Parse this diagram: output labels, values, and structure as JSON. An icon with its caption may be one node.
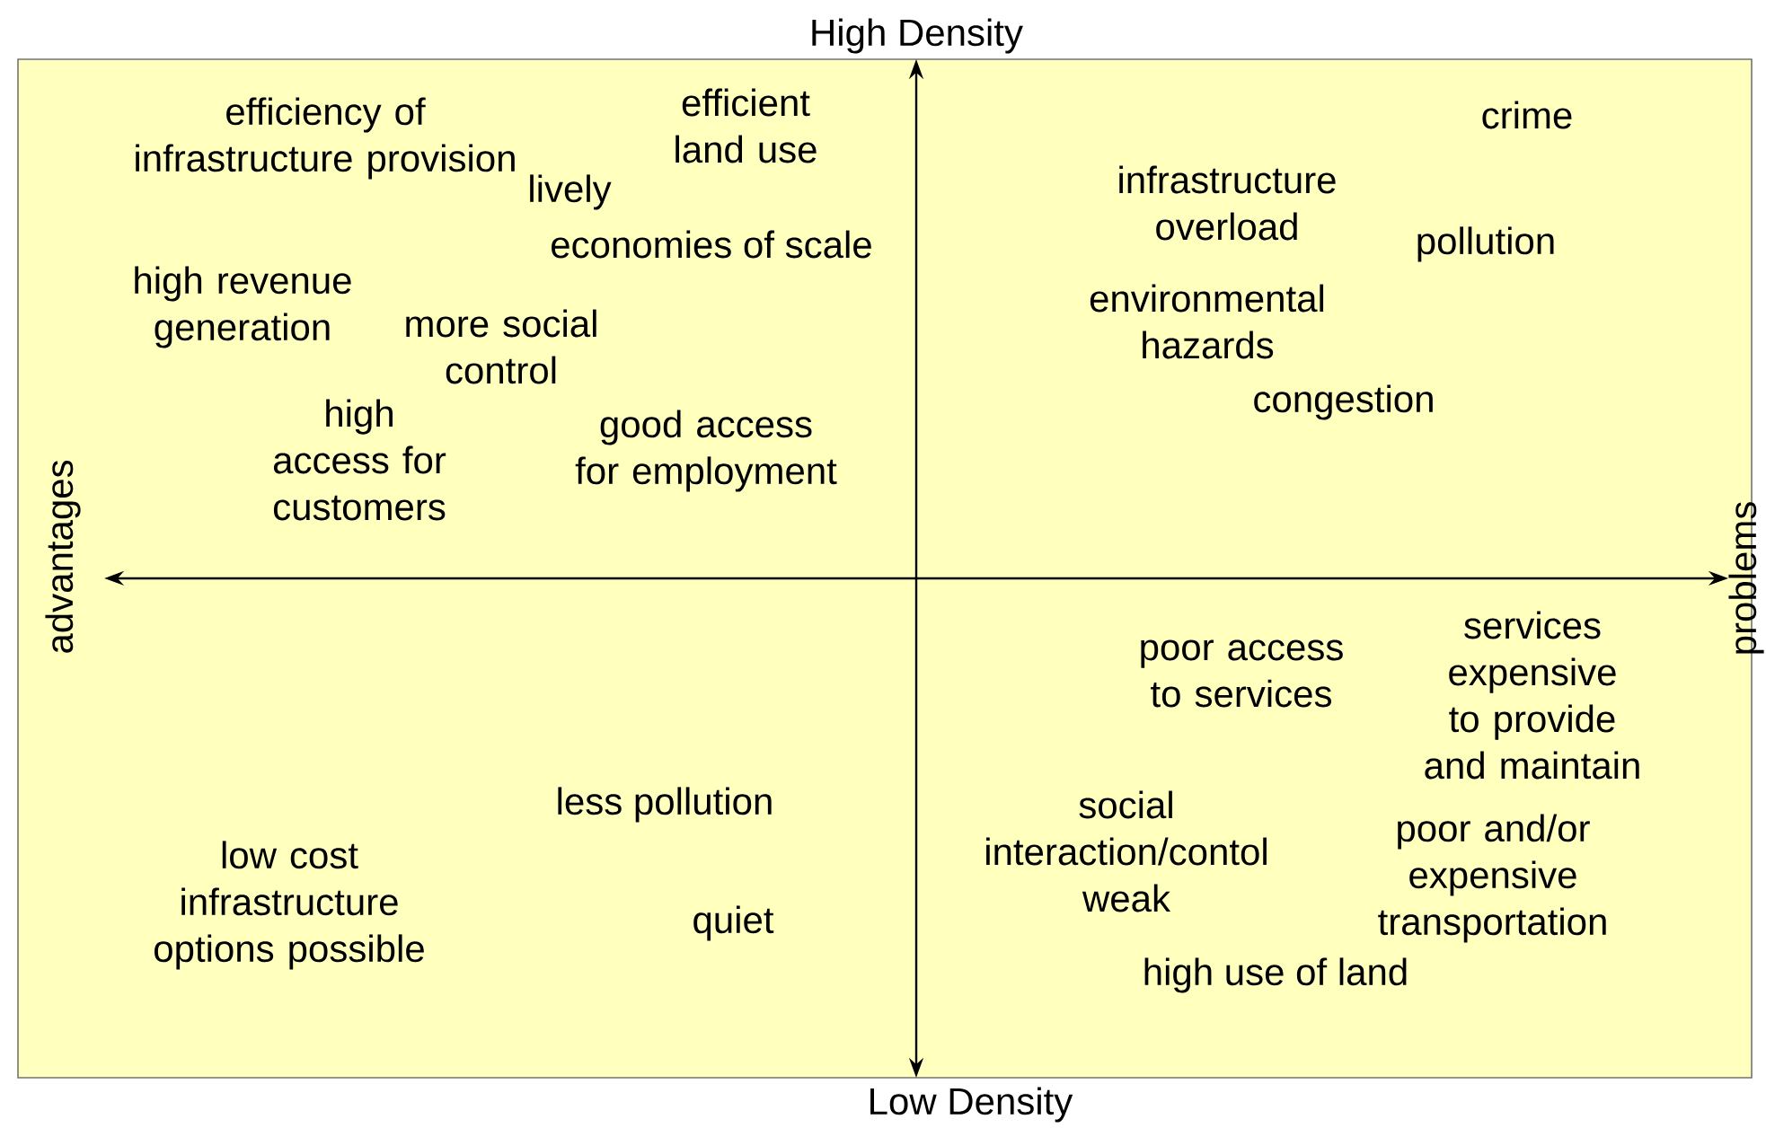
{
  "diagram": {
    "labels": [
      "High Density",
      "efficiency of infrastructure provision",
      "efficient land use",
      "crime",
      "lively",
      "infrastructure overload",
      "economies of scale",
      "pollution",
      "high revenue generation",
      "more social control",
      "environmental hazards",
      "congestion",
      "high access for customers",
      "good access for employment",
      "advantages",
      "problems",
      "poor access to services",
      "services expensive to provide and maintain",
      "less pollution",
      "low cost infrastructure options possible",
      "social interaction/contol weak",
      "quiet",
      "poor and/or expensive transportation",
      "high use of land",
      "Low Density"
    ]
  }
}
